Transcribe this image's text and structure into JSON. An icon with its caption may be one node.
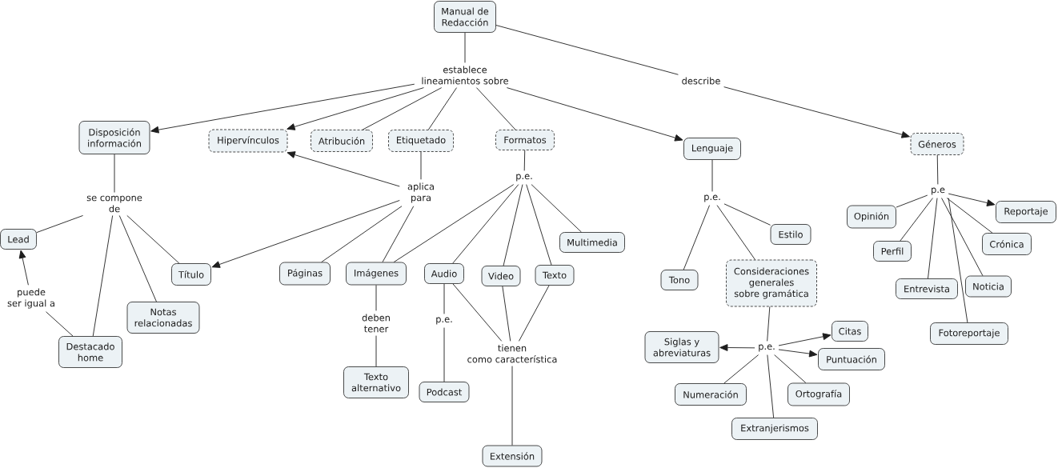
{
  "diagram": {
    "nodes": [
      {
        "text": [
          "Manual de Redacción"
        ]
      },
      {
        "text": [
          "establece lineamientos sobre"
        ]
      },
      {
        "text": [
          "describe"
        ]
      },
      {
        "text": [
          "Disposición información"
        ]
      },
      {
        "text": [
          "Hipervínculos"
        ]
      },
      {
        "text": [
          "Atribución"
        ]
      },
      {
        "text": [
          "Etiquetado"
        ]
      },
      {
        "text": [
          "Formatos"
        ]
      },
      {
        "text": [
          "Géneros"
        ]
      },
      {
        "text": [
          "Lenguaje"
        ]
      },
      {
        "text": [
          "p.e."
        ]
      },
      {
        "text": [
          "p.e"
        ]
      },
      {
        "text": [
          "aplica para"
        ]
      },
      {
        "text": [
          "p.e."
        ]
      },
      {
        "text": [
          "se compone de"
        ]
      },
      {
        "text": [
          "Reportaje"
        ]
      },
      {
        "text": [
          "Opinión"
        ]
      },
      {
        "text": [
          "Estilo"
        ]
      },
      {
        "text": [
          "Lead"
        ]
      },
      {
        "text": [
          "Multimedia"
        ]
      },
      {
        "text": [
          "Crónica"
        ]
      },
      {
        "text": [
          "Perfil"
        ]
      },
      {
        "text": [
          "Páginas"
        ]
      },
      {
        "text": [
          "Imágenes"
        ]
      },
      {
        "text": [
          "Audio"
        ]
      },
      {
        "text": [
          "Título"
        ]
      },
      {
        "text": [
          "Texto"
        ]
      },
      {
        "text": [
          "Video"
        ]
      },
      {
        "text": [
          "Tono"
        ]
      },
      {
        "text": [
          "Consideraciones generales sobre gramática"
        ]
      },
      {
        "text": [
          "Noticia"
        ]
      },
      {
        "text": [
          "Entrevista"
        ]
      },
      {
        "text": [
          "puede ser igual a"
        ]
      },
      {
        "text": [
          "Notas relacionadas"
        ]
      },
      {
        "text": [
          "p.e."
        ]
      },
      {
        "text": [
          "deben tener"
        ]
      },
      {
        "text": [
          "Citas"
        ]
      },
      {
        "text": [
          "Fotoreportaje"
        ]
      },
      {
        "text": [
          "Siglas y abreviaturas"
        ]
      },
      {
        "text": [
          "p.e."
        ]
      },
      {
        "text": [
          "Destacado home"
        ]
      },
      {
        "text": [
          "tienen como característica"
        ]
      },
      {
        "text": [
          "Puntuación"
        ]
      },
      {
        "text": [
          "Texto alternativo"
        ]
      },
      {
        "text": [
          "Podcast"
        ]
      },
      {
        "text": [
          "Numeración"
        ]
      },
      {
        "text": [
          "Ortografía"
        ]
      },
      {
        "text": [
          "Extranjerismos"
        ]
      },
      {
        "text": [
          "Extensión"
        ]
      }
    ],
    "edges": [
      {
        "from": 0,
        "to": 1,
        "arrow": "none"
      },
      {
        "from": 0,
        "to": 2,
        "arrow": "none"
      },
      {
        "from": 1,
        "to": 3,
        "arrow": "to"
      },
      {
        "from": 1,
        "to": 4,
        "arrow": "to"
      },
      {
        "from": 1,
        "to": 5,
        "arrow": "none"
      },
      {
        "from": 1,
        "to": 6,
        "arrow": "none"
      },
      {
        "from": 1,
        "to": 7,
        "arrow": "none"
      },
      {
        "from": 1,
        "to": 9,
        "arrow": "to"
      },
      {
        "from": 2,
        "to": 8,
        "arrow": "to"
      },
      {
        "from": 3,
        "to": 14,
        "arrow": "none"
      },
      {
        "from": 14,
        "to": 18,
        "arrow": "none"
      },
      {
        "from": 14,
        "to": 25,
        "arrow": "none"
      },
      {
        "from": 14,
        "to": 33,
        "arrow": "none"
      },
      {
        "from": 14,
        "to": 40,
        "arrow": "none"
      },
      {
        "from": 40,
        "to": 32,
        "arrow": "none"
      },
      {
        "from": 32,
        "to": 18,
        "arrow": "to"
      },
      {
        "from": 6,
        "to": 12,
        "arrow": "none"
      },
      {
        "from": 12,
        "to": 4,
        "arrow": "to"
      },
      {
        "from": 12,
        "to": 25,
        "arrow": "to"
      },
      {
        "from": 12,
        "to": 22,
        "arrow": "none"
      },
      {
        "from": 12,
        "to": 23,
        "arrow": "none"
      },
      {
        "from": 7,
        "to": 10,
        "arrow": "none"
      },
      {
        "from": 10,
        "to": 23,
        "arrow": "none"
      },
      {
        "from": 10,
        "to": 24,
        "arrow": "none"
      },
      {
        "from": 10,
        "to": 27,
        "arrow": "none"
      },
      {
        "from": 10,
        "to": 26,
        "arrow": "none"
      },
      {
        "from": 10,
        "to": 19,
        "arrow": "none"
      },
      {
        "from": 23,
        "to": 35,
        "arrow": "none"
      },
      {
        "from": 35,
        "to": 43,
        "arrow": "none"
      },
      {
        "from": 24,
        "to": 34,
        "arrow": "none"
      },
      {
        "from": 34,
        "to": 44,
        "arrow": "none"
      },
      {
        "from": 24,
        "to": 41,
        "arrow": "none"
      },
      {
        "from": 27,
        "to": 41,
        "arrow": "none"
      },
      {
        "from": 26,
        "to": 41,
        "arrow": "none"
      },
      {
        "from": 41,
        "to": 48,
        "arrow": "none"
      },
      {
        "from": 9,
        "to": 13,
        "arrow": "none"
      },
      {
        "from": 13,
        "to": 17,
        "arrow": "none"
      },
      {
        "from": 13,
        "to": 28,
        "arrow": "none"
      },
      {
        "from": 13,
        "to": 29,
        "arrow": "none"
      },
      {
        "from": 29,
        "to": 39,
        "arrow": "none"
      },
      {
        "from": 39,
        "to": 38,
        "arrow": "to"
      },
      {
        "from": 39,
        "to": 36,
        "arrow": "to"
      },
      {
        "from": 39,
        "to": 42,
        "arrow": "to"
      },
      {
        "from": 39,
        "to": 45,
        "arrow": "none"
      },
      {
        "from": 39,
        "to": 46,
        "arrow": "none"
      },
      {
        "from": 39,
        "to": 47,
        "arrow": "none"
      },
      {
        "from": 8,
        "to": 11,
        "arrow": "none"
      },
      {
        "from": 11,
        "to": 16,
        "arrow": "none"
      },
      {
        "from": 11,
        "to": 15,
        "arrow": "to"
      },
      {
        "from": 11,
        "to": 21,
        "arrow": "none"
      },
      {
        "from": 11,
        "to": 20,
        "arrow": "none"
      },
      {
        "from": 11,
        "to": 31,
        "arrow": "none"
      },
      {
        "from": 11,
        "to": 30,
        "arrow": "none"
      },
      {
        "from": 11,
        "to": 37,
        "arrow": "none"
      }
    ]
  }
}
